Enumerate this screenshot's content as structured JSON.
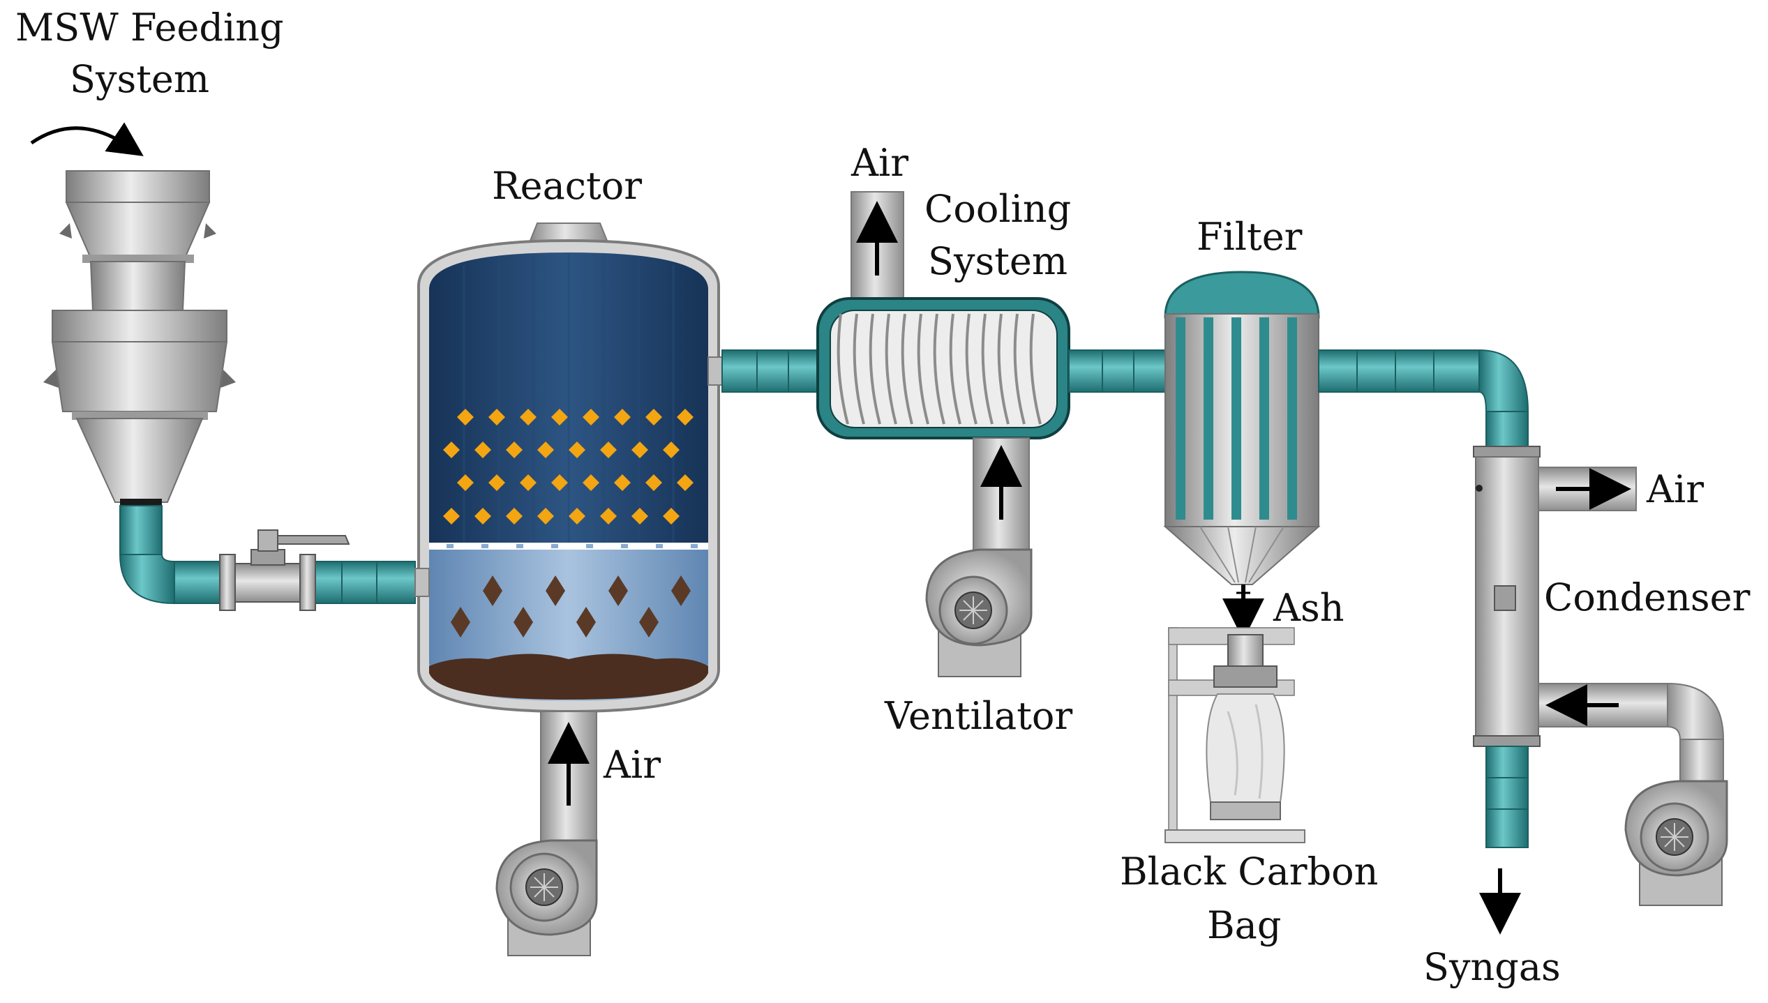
{
  "labels": {
    "msw_line1": "MSW Feeding",
    "msw_line2": "System",
    "reactor": "Reactor",
    "air_reactor": "Air",
    "air_cooling": "Air",
    "cooling_line1": "Cooling",
    "cooling_line2": "System",
    "ventilator": "Ventilator",
    "filter": "Filter",
    "ash": "Ash",
    "bag_line1": "Black Carbon",
    "bag_line2": "Bag",
    "air_condenser": "Air",
    "condenser": "Condenser",
    "syngas": "Syngas"
  },
  "colors": {
    "teal_pipe": "#3a9a9c",
    "teal_dark": "#1f6e70",
    "steel": "#b9b9b9",
    "steel_dark": "#7b7b7b",
    "reactor_top": "#1f3f66",
    "reactor_bottom": "#7da0c8",
    "particles_orange": "#f3a512",
    "particles_brown": "#5a3a26",
    "char_bed": "#4b2e1f"
  },
  "icons": {
    "blower": "centrifugal-fan-icon",
    "valve": "ball-valve-icon",
    "arrow": "flow-arrow-icon"
  }
}
